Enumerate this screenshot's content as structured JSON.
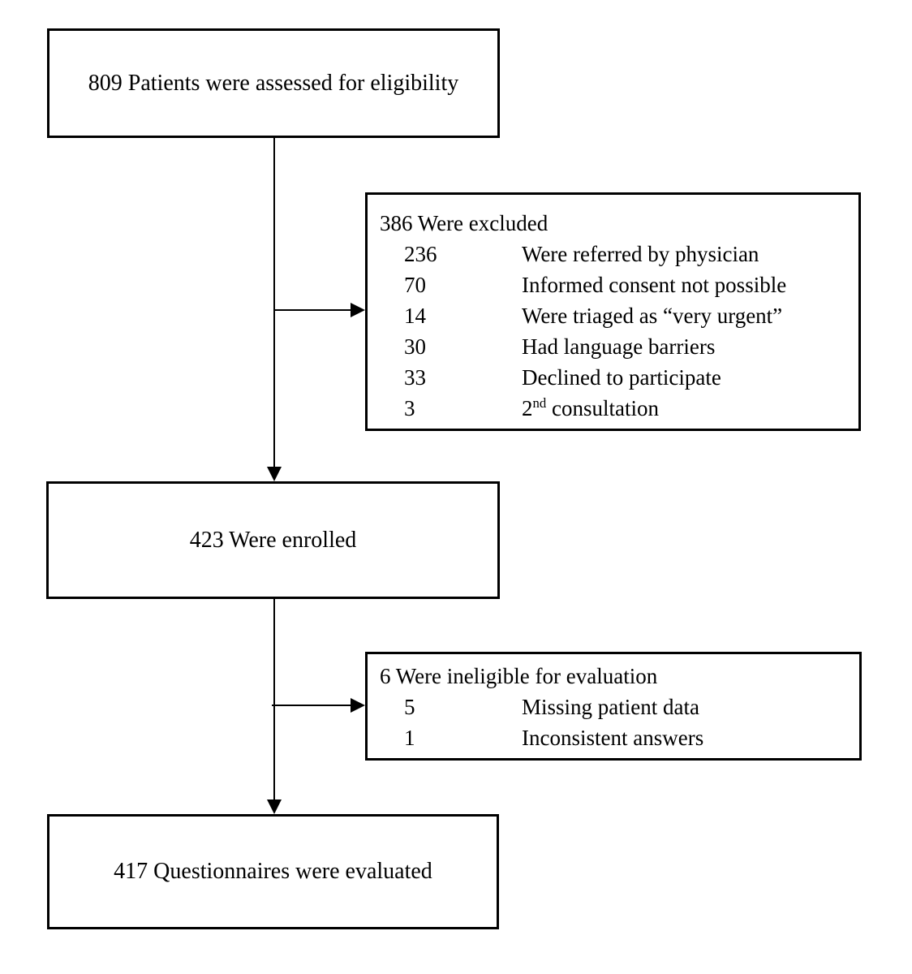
{
  "boxes": {
    "assessed": {
      "text": "809 Patients were assessed for eligibility"
    },
    "excluded": {
      "header": "386 Were excluded",
      "items": [
        {
          "count": "236",
          "label": "Were referred by physician"
        },
        {
          "count": "70",
          "label": "Informed consent not possible"
        },
        {
          "count": "14",
          "label": "Were triaged as “very urgent”"
        },
        {
          "count": "30",
          "label": "Had language barriers"
        },
        {
          "count": "33",
          "label": "Declined to participate"
        },
        {
          "count": "3",
          "label_prefix": "2",
          "label_sup": "nd",
          "label_suffix": " consultation"
        }
      ]
    },
    "enrolled": {
      "text": "423 Were enrolled"
    },
    "ineligible": {
      "header": "6 Were ineligible for evaluation",
      "items": [
        {
          "count": "5",
          "label": "Missing patient data"
        },
        {
          "count": "1",
          "label": "Inconsistent answers"
        }
      ]
    },
    "evaluated": {
      "text": "417 Questionnaires were evaluated"
    }
  },
  "colors": {
    "box_border": "#000000",
    "line": "#000000",
    "text": "#000000",
    "background": "#ffffff"
  }
}
